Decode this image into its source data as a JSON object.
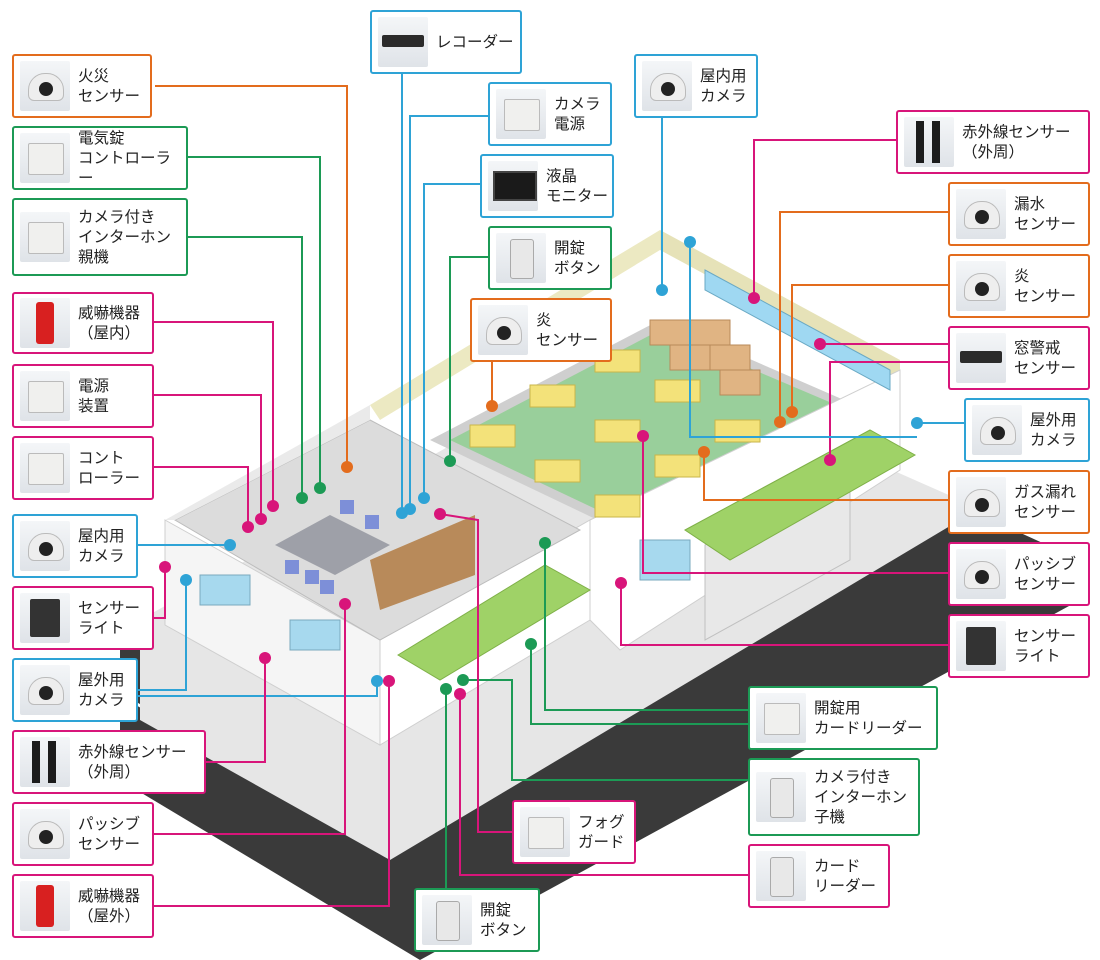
{
  "callouts": [
    {
      "id": "fire-sensor",
      "label": "火災\nセンサー",
      "color": "orange",
      "icon": "fire-sensor-icon",
      "kind": "dome"
    },
    {
      "id": "electric-lock-controller",
      "label": "電気錠\nコントローラー",
      "color": "green",
      "icon": "lock-controller-icon",
      "kind": "box"
    },
    {
      "id": "intercom-master",
      "label": "カメラ付き\nインターホン\n親機",
      "color": "green",
      "icon": "intercom-master-icon",
      "kind": "box"
    },
    {
      "id": "deterrent-indoor",
      "label": "威嚇機器\n（屋内）",
      "color": "pink",
      "icon": "siren-indoor-icon",
      "kind": "red"
    },
    {
      "id": "power-unit",
      "label": "電源\n装置",
      "color": "pink",
      "icon": "power-unit-icon",
      "kind": "box"
    },
    {
      "id": "controller",
      "label": "コント\nローラー",
      "color": "pink",
      "icon": "controller-icon",
      "kind": "box"
    },
    {
      "id": "indoor-camera-left",
      "label": "屋内用\nカメラ",
      "color": "blue",
      "icon": "dome-camera-icon",
      "kind": "dome"
    },
    {
      "id": "sensor-light-left",
      "label": "センサー\nライト",
      "color": "pink",
      "icon": "sensor-light-icon",
      "kind": "dark"
    },
    {
      "id": "outdoor-camera-left",
      "label": "屋外用\nカメラ",
      "color": "blue",
      "icon": "outdoor-camera-icon",
      "kind": "dome"
    },
    {
      "id": "ir-sensor-left",
      "label": "赤外線センサー\n（外周）",
      "color": "pink",
      "icon": "ir-beam-sensor-icon",
      "kind": "twin"
    },
    {
      "id": "passive-sensor-left",
      "label": "パッシブ\nセンサー",
      "color": "pink",
      "icon": "passive-sensor-icon",
      "kind": "dome"
    },
    {
      "id": "deterrent-outdoor",
      "label": "威嚇機器\n（屋外）",
      "color": "pink",
      "icon": "siren-outdoor-icon",
      "kind": "red"
    },
    {
      "id": "recorder",
      "label": "レコーダー",
      "color": "blue",
      "icon": "recorder-icon",
      "kind": "flat"
    },
    {
      "id": "camera-power",
      "label": "カメラ\n電源",
      "color": "blue",
      "icon": "camera-power-icon",
      "kind": "box"
    },
    {
      "id": "lcd-monitor",
      "label": "液晶\nモニター",
      "color": "blue",
      "icon": "monitor-icon",
      "kind": "screen"
    },
    {
      "id": "unlock-button-top",
      "label": "開錠\nボタン",
      "color": "green",
      "icon": "unlock-button-icon",
      "kind": "panel"
    },
    {
      "id": "flame-sensor-center",
      "label": "炎\nセンサー",
      "color": "orange",
      "icon": "flame-sensor-icon",
      "kind": "dome"
    },
    {
      "id": "indoor-camera-top",
      "label": "屋内用\nカメラ",
      "color": "blue",
      "icon": "dome-camera-icon",
      "kind": "dome"
    },
    {
      "id": "ir-sensor-right",
      "label": "赤外線センサー\n（外周）",
      "color": "pink",
      "icon": "ir-beam-sensor-icon",
      "kind": "twin"
    },
    {
      "id": "water-leak-sensor",
      "label": "漏水\nセンサー",
      "color": "orange",
      "icon": "water-leak-sensor-icon",
      "kind": "dome"
    },
    {
      "id": "flame-sensor-right",
      "label": "炎\nセンサー",
      "color": "orange",
      "icon": "flame-sensor-icon",
      "kind": "dome"
    },
    {
      "id": "window-sensor",
      "label": "窓警戒\nセンサー",
      "color": "pink",
      "icon": "window-sensor-icon",
      "kind": "flat"
    },
    {
      "id": "outdoor-camera-right",
      "label": "屋外用\nカメラ",
      "color": "blue",
      "icon": "outdoor-camera-icon",
      "kind": "dome"
    },
    {
      "id": "gas-leak-sensor",
      "label": "ガス漏れ\nセンサー",
      "color": "orange",
      "icon": "gas-leak-sensor-icon",
      "kind": "dome"
    },
    {
      "id": "passive-sensor-right",
      "label": "パッシブ\nセンサー",
      "color": "pink",
      "icon": "passive-sensor-icon",
      "kind": "dome"
    },
    {
      "id": "sensor-light-right",
      "label": "センサー\nライト",
      "color": "pink",
      "icon": "sensor-light-icon",
      "kind": "dark"
    },
    {
      "id": "card-reader-unlock",
      "label": "開錠用\nカードリーダー",
      "color": "green",
      "icon": "card-reader-icon",
      "kind": "box"
    },
    {
      "id": "intercom-slave",
      "label": "カメラ付き\nインターホン\n子機",
      "color": "green",
      "icon": "intercom-door-icon",
      "kind": "panel"
    },
    {
      "id": "fog-guard",
      "label": "フォグ\nガード",
      "color": "pink",
      "icon": "fog-guard-icon",
      "kind": "box"
    },
    {
      "id": "card-reader",
      "label": "カード\nリーダー",
      "color": "pink",
      "icon": "card-reader-icon",
      "kind": "panel"
    },
    {
      "id": "unlock-button-bottom",
      "label": "開錠\nボタン",
      "color": "green",
      "icon": "unlock-button-icon",
      "kind": "panel"
    }
  ],
  "colors": {
    "orange": "#e36c1d",
    "green": "#1c9a55",
    "pink": "#d8157a",
    "blue": "#2ea3d6",
    "road": "#3a3a3a",
    "floor_green": "#8fcf92",
    "roof_green": "#9fd267",
    "wall": "#f3f3f3",
    "crate": "#e0b483",
    "desk": "#a0a8c8"
  }
}
